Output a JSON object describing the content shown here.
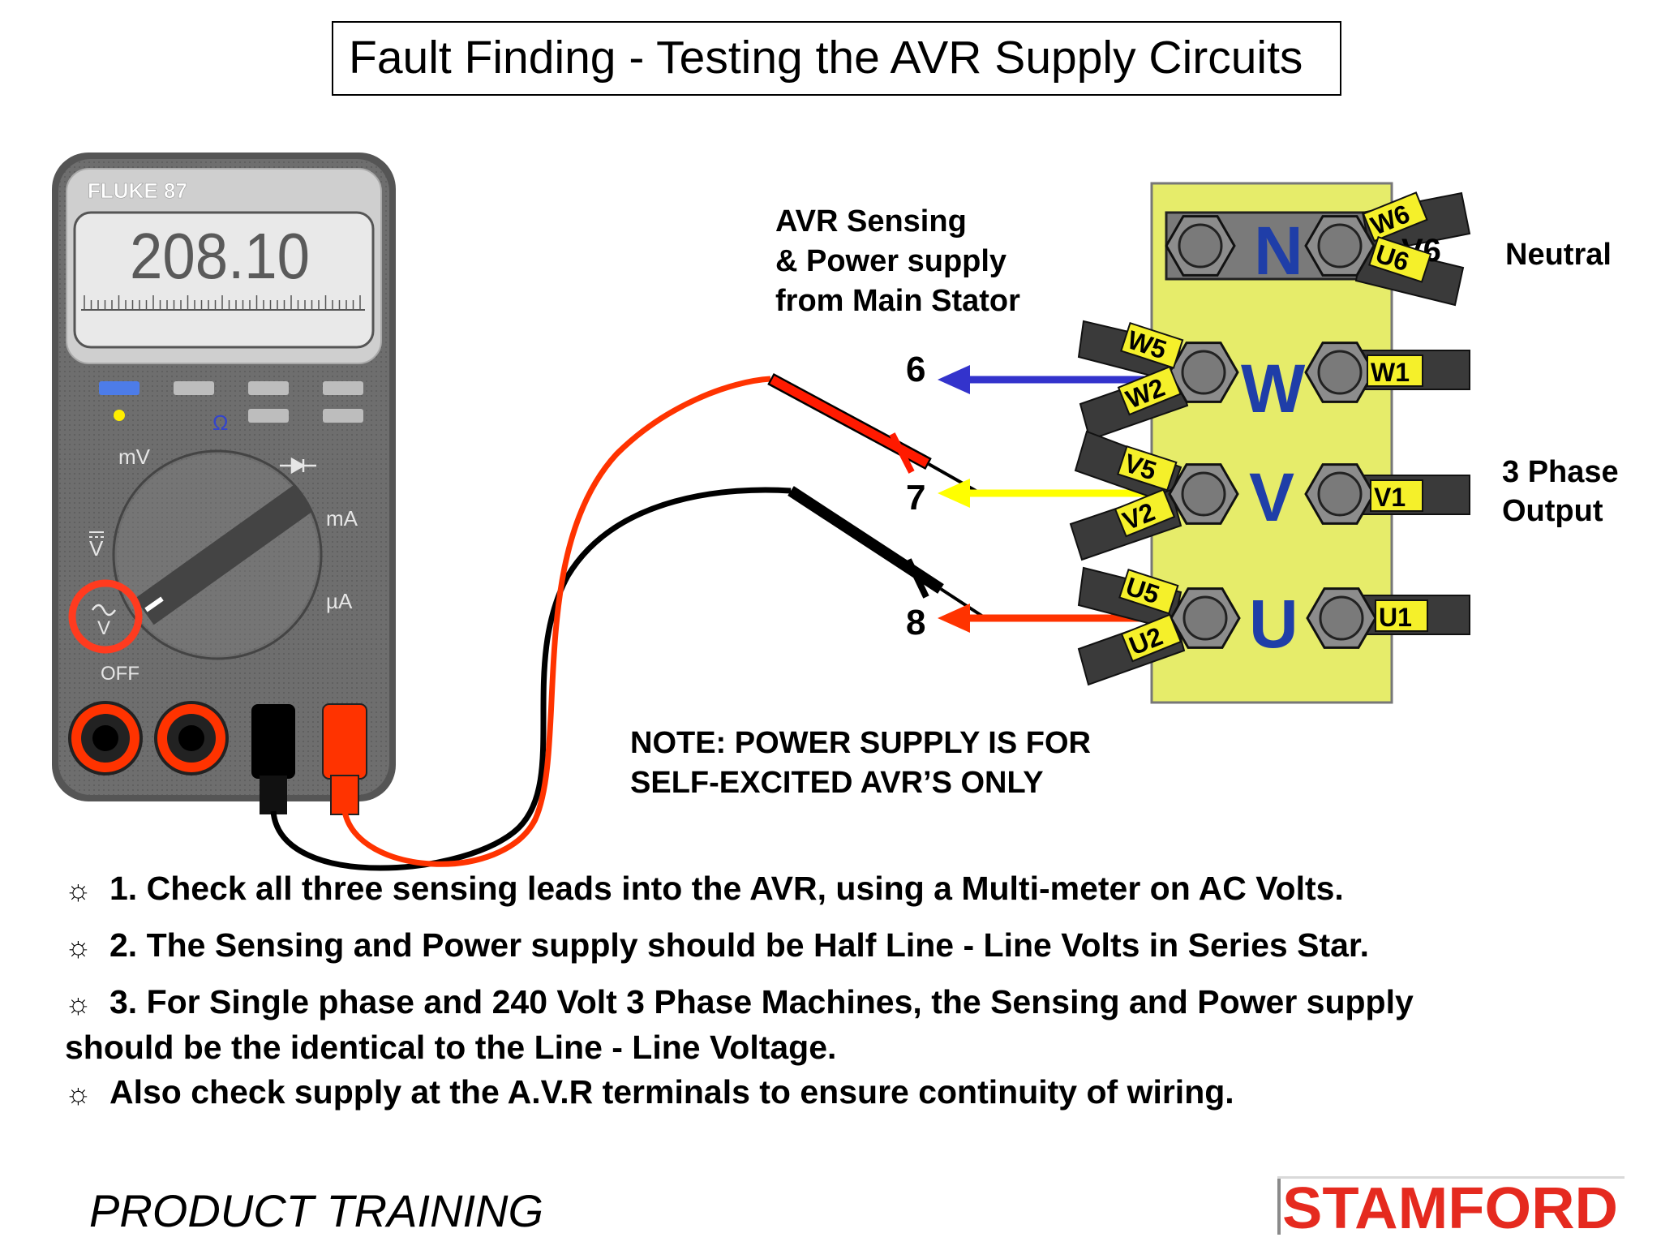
{
  "title": "Fault Finding - Testing the AVR Supply Circuits",
  "meter": {
    "brand": "FLUKE 87",
    "reading": "208.10",
    "dial_labels": {
      "mv": "mV",
      "ohm": "Ω",
      "ma": "mA",
      "ua": "µA",
      "dc_v": "V",
      "ac_v": "V",
      "off": "OFF"
    }
  },
  "avr_label": {
    "line1": "AVR Sensing",
    "line2": "& Power supply",
    "line3": "from Main Stator"
  },
  "terminal_numbers": {
    "six": "6",
    "seven": "7",
    "eight": "8"
  },
  "terminal_block": {
    "rows": {
      "n": "N",
      "w": "W",
      "v": "V",
      "u": "U"
    },
    "tags": {
      "w6": "W6",
      "v6": "V6",
      "u6": "U6",
      "w5": "W5",
      "w2": "W2",
      "w1": "W1",
      "v5": "V5",
      "v2": "V2",
      "v1": "V1",
      "u5": "U5",
      "u2": "U2",
      "u1": "U1"
    }
  },
  "neutral_label": "Neutral",
  "output_label": {
    "line1": "3 Phase",
    "line2": "Output"
  },
  "note": {
    "line1": "NOTE: POWER SUPPLY IS FOR",
    "line2": "SELF-EXCITED AVR’S  ONLY"
  },
  "bullet_symbol": "☼",
  "instructions": {
    "b1": "1. Check all three sensing leads into the AVR, using a Multi-meter on AC Volts.",
    "b2": "2. The Sensing and Power supply should be Half Line - Line Volts in Series Star.",
    "b3a": "3. For Single phase and 240 Volt 3 Phase Machines, the Sensing and Power supply",
    "b3b": "should be the identical to the Line - Line Voltage.",
    "b4": "Also check supply at the A.V.R terminals to ensure continuity of wiring."
  },
  "footer": {
    "left": "PRODUCT TRAINING",
    "brand": "STAMFORD"
  },
  "colors": {
    "arrow6": "#3333cc",
    "arrow7": "#ffff00",
    "arrow8": "#ff3300",
    "block": "#e6ec6a",
    "phase_letter": "#1f3ea8",
    "brand": "#e52a1f"
  }
}
